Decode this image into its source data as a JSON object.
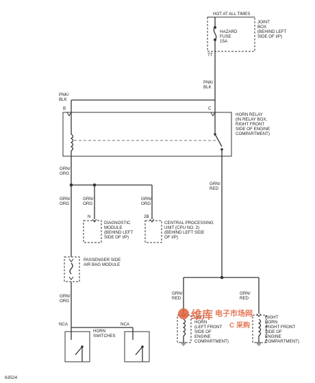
{
  "fuse_box": {
    "header": "HOT AT ALL TIMES",
    "fuse_label": [
      "HAZARD",
      "FUSE",
      "15A"
    ],
    "location": [
      "JOINT",
      "BOX",
      "(BEHIND LEFT",
      "SIDE OF I/P)"
    ],
    "terminal": "TT"
  },
  "relay": {
    "title": [
      "HORN RELAY",
      "(IN RELAY BOX,",
      "RIGHT FRONT",
      "SIDE OF ENGINE",
      "COMPARTMENT)"
    ],
    "feed_wire": [
      "PNK/",
      "BLK"
    ],
    "feed_wire_in": [
      "PNK/",
      "BLK"
    ],
    "terminal_left": "B",
    "terminal_right": "C"
  },
  "wires": {
    "grn_org": [
      "GRN/",
      "ORG"
    ],
    "grn_red": [
      "GRN/",
      "RED"
    ]
  },
  "diagnostic_module": {
    "terminal": "N",
    "label": [
      "DIAGNOSTIC",
      "MODULE",
      "(BEHIND LEFT",
      "SIDE OF I/P)"
    ]
  },
  "cpu": {
    "terminal": "2B",
    "label": [
      "CENTRAL PROCESSING",
      "UNIT (CPU NO. 2)",
      "(BEHIND LEFT SIDE",
      "OF I/P)"
    ]
  },
  "airbag_module": {
    "label": [
      "PASSENGER SIDE",
      "AIR BAG MODULE"
    ]
  },
  "horn_switches": {
    "label": [
      "HORN",
      "SWITCHES"
    ],
    "terminal_left": "NCA",
    "terminal_right": "NCA"
  },
  "left_horn": {
    "label": [
      "LEFT",
      "HORN",
      "(LEFT FRONT",
      "SIDE OF",
      "ENGINE",
      "COMPARTMENT)"
    ]
  },
  "right_horn": {
    "label": [
      "RIGHT",
      "HORN",
      "(RIGHT FRONT",
      "SIDE OF",
      "ENGINE",
      "COMPARTMENT)"
    ]
  },
  "figure_id": "63524",
  "watermark": {
    "cn_main": "维库",
    "cn_sub": "电子市场网",
    "en": "C 采购"
  },
  "colors": {
    "line": "#333333",
    "watermark": "#e0603a"
  }
}
